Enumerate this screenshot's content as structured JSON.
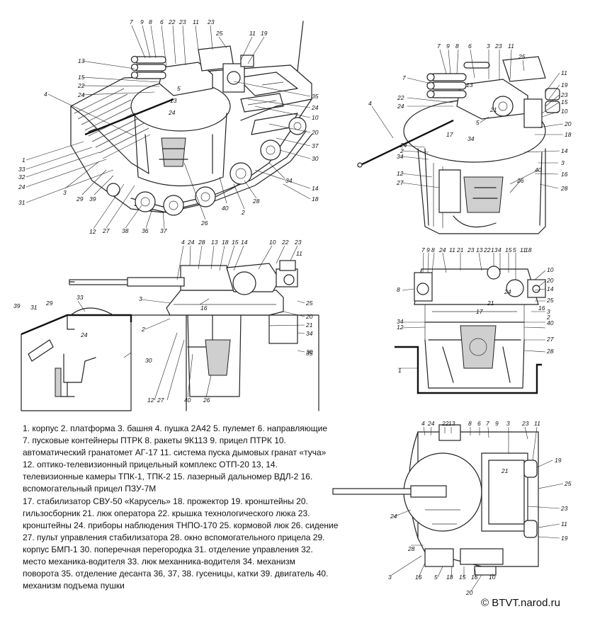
{
  "legend_lines": [
    "1. корпус 2. платформа 3. башня 4. пушка 2А42 5. пулемет 6. направляющие",
    "7. пусковые контейнеры ПТРК 8. ракеты  9К113 9. прицел ПТРК 10.",
    "автоматический гранатомет АГ-17 11. система пуска дымовых гранат «туча»",
    "12. оптико-телевизионный прицельный комплекс ОТП-20 13, 14.",
    "телевизионные камеры ТПК-1, ТПК-2 15. лазерный дальномер ВДЛ-2 16.",
    "вспомогательный прицел ПЗУ-7М",
    "17. стабилизатор СВУ-50 «Карусель» 18. прожектор 19. кронштейны 20.",
    "гильзосборник 21. люк оператора 22. крышка технологического люка 23.",
    "кронштейны 24. приборы наблюдения ТНПО-170 25. кормовой люк 26. сидение",
    "27. пульт управления стабилизатора 28. окно вспомогательного прицела 29.",
    "корпус БМП-1 30. поперечная перегородка 31. отделение управления 32.",
    "место механика-водителя 33. люк механника-водителя 34. механизм",
    "поворота 35. отделение десанта 36, 37, 38. гусеницы, катки 39. двигатель 40.",
    "механизм подъема пушки"
  ],
  "credit": "© BTVT.narod.ru",
  "callouts": {
    "isometric": [
      "7",
      "9",
      "8",
      "6",
      "22",
      "23",
      "11",
      "23",
      "25",
      "11",
      "19",
      "13",
      "15",
      "22",
      "24",
      "4",
      "5",
      "13",
      "24",
      "35",
      "24",
      "10",
      "20",
      "37",
      "30",
      "1",
      "33",
      "32",
      "24",
      "31",
      "3",
      "29",
      "39",
      "12",
      "27",
      "38",
      "36",
      "37",
      "26",
      "40",
      "2",
      "28",
      "34",
      "14",
      "18"
    ],
    "turret_iso": [
      "7",
      "9",
      "8",
      "6",
      "3",
      "23",
      "11",
      "25",
      "7",
      "11",
      "19",
      "13",
      "23",
      "15",
      "10",
      "22",
      "24",
      "5",
      "21",
      "20",
      "18",
      "4",
      "24",
      "17",
      "34",
      "2",
      "14",
      "3",
      "34",
      "12",
      "16",
      "27",
      "40",
      "26",
      "28"
    ],
    "side": [
      "4",
      "24",
      "28",
      "13",
      "18",
      "15",
      "14",
      "10",
      "22",
      "23",
      "11",
      "33",
      "3",
      "16",
      "25",
      "39",
      "31",
      "29",
      "24",
      "20",
      "21",
      "2",
      "34",
      "30",
      "30",
      "35",
      "12",
      "27",
      "40",
      "26"
    ],
    "front": [
      "7",
      "9",
      "8",
      "24",
      "11",
      "21",
      "23",
      "13",
      "22",
      "13",
      "4",
      "15",
      "5",
      "11",
      "18",
      "8",
      "10",
      "20",
      "14",
      "25",
      "24",
      "34",
      "12",
      "17",
      "21",
      "16",
      "3",
      "2",
      "40",
      "27",
      "28",
      "1"
    ],
    "top": [
      "4",
      "24",
      "22",
      "13",
      "8",
      "6",
      "7",
      "9",
      "3",
      "23",
      "11",
      "19",
      "25",
      "21",
      "23",
      "24",
      "11",
      "28",
      "3",
      "19",
      "16",
      "5",
      "18",
      "15",
      "16",
      "10",
      "20"
    ]
  }
}
